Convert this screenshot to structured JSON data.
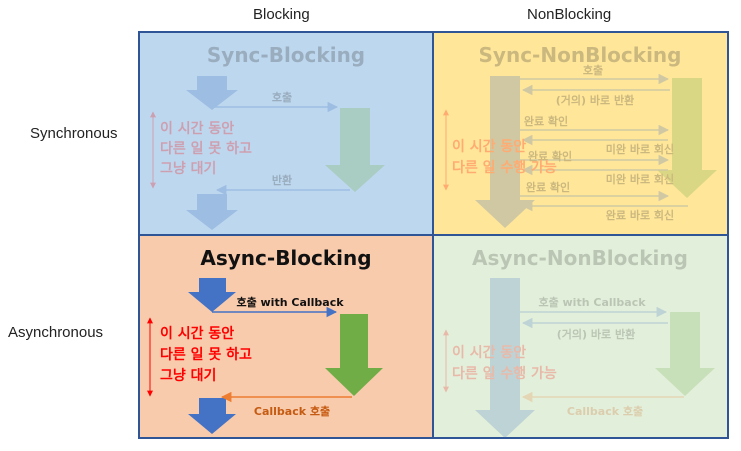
{
  "columns": {
    "blocking": "Blocking",
    "nonblocking": "NonBlocking"
  },
  "rows": {
    "sync": "Synchronous",
    "async": "Asynchronous"
  },
  "colors": {
    "sync_blocking_bg": "#bdd7ee",
    "sync_nonblocking_bg": "#ffe699",
    "async_blocking_bg": "#f8cbad",
    "async_nonblocking_bg": "#e2efda",
    "border": "#2f5597",
    "blue_arrow": "#4472c4",
    "green_arrow": "#70ad47",
    "callback_orange": "#ed7d31",
    "note_red": "#ff0000"
  },
  "sync_blocking": {
    "title": "Sync-Blocking",
    "call": "호출",
    "return": "반환",
    "note": [
      "이 시간 동안",
      "다른 일 못 하고",
      "그냥 대기"
    ]
  },
  "sync_nonblocking": {
    "title": "Sync-NonBlocking",
    "call": "호출",
    "immediate_return": "(거의) 바로 반환",
    "check1": "완료 확인",
    "reply1": "미완 바로 회신",
    "check2": "완료 확인",
    "reply2": "미완 바로 회신",
    "check3": "완료 확인",
    "reply3": "완료 바로 회신",
    "note": [
      "이 시간 동안",
      "다른 일 수행 가능"
    ]
  },
  "async_blocking": {
    "title": "Async-Blocking",
    "call": "호출 with Callback",
    "callback": "Callback 호출",
    "note": [
      "이 시간 동안",
      "다른 일 못 하고",
      "그냥 대기"
    ]
  },
  "async_nonblocking": {
    "title": "Async-NonBlocking",
    "call": "호출 with Callback",
    "immediate_return": "(거의) 바로 반환",
    "callback": "Callback 호출",
    "note": [
      "이 시간 동안",
      "다른 일 수행 가능"
    ]
  }
}
